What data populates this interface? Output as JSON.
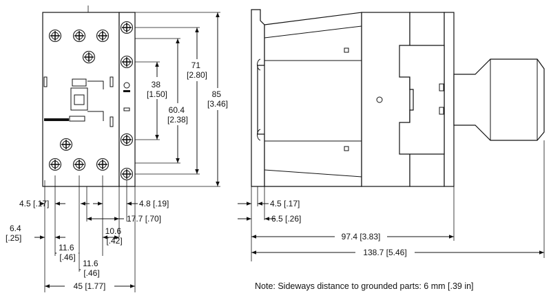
{
  "front_view": {
    "widths": {
      "terminal_offset_left": "4.5 [.17]",
      "terminal_offset_right": "4.8 [.19]",
      "edge_offset": "6.4\n[.25]",
      "pitch_1": "11.6\n[.46]",
      "pitch_2": "11.6\n[.46]",
      "pitch_3": "10.6\n[.42]",
      "right_block": "17.7 [.70]",
      "overall_width": "45 [1.77]"
    },
    "heights": {
      "inner": "38\n[1.50]",
      "middle": "60.4\n[2.38]",
      "outer_terminals": "71\n[2.80]",
      "overall_height": "85\n[3.46]"
    }
  },
  "side_view": {
    "depths": {
      "rail_offset_1": "4.5 [.17]",
      "rail_offset_2": "6.5 [.26]",
      "body_depth": "97.4 [3.83]",
      "overall_depth": "138.7 [5.46]"
    }
  },
  "note": "Note: Sideways distance to grounded parts: 6 mm [.39 in]",
  "colors": {
    "line": "#111111",
    "background": "#ffffff"
  }
}
